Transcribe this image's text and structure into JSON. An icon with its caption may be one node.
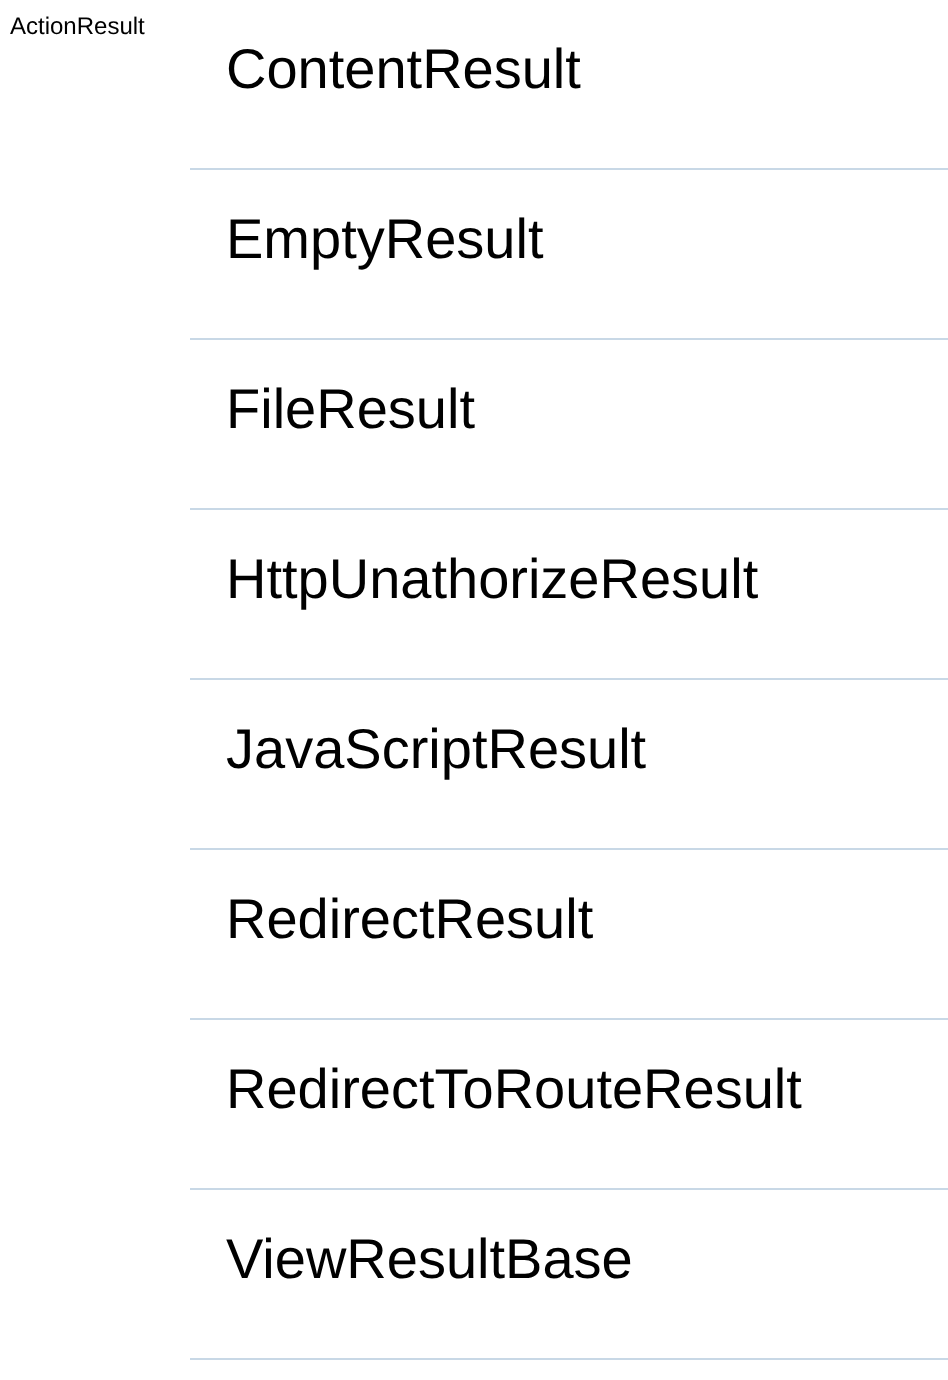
{
  "diagram": {
    "title": "ActionResult",
    "labels": [
      "ContentResult",
      "EmptyResult",
      "FileResult",
      "HttpUnathorizeResult",
      "JavaScriptResult",
      "RedirectResult",
      "RedirectToRouteResult",
      "ViewResultBase"
    ]
  }
}
